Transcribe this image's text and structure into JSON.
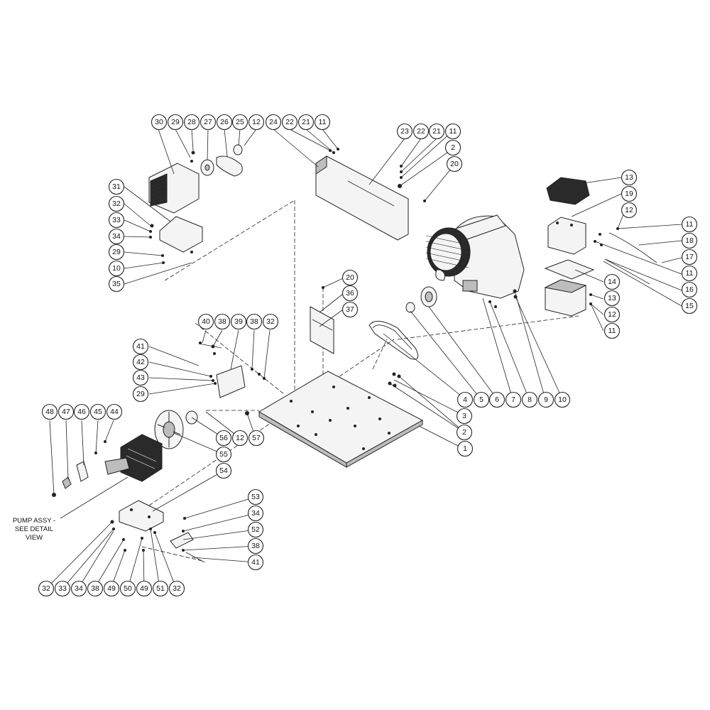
{
  "callouts": [
    "1",
    "2",
    "3",
    "4",
    "5",
    "6",
    "7",
    "8",
    "9",
    "10",
    "11",
    "12",
    "13",
    "14",
    "15",
    "16",
    "17",
    "18",
    "19",
    "20",
    "21",
    "22",
    "23",
    "24",
    "25",
    "26",
    "27",
    "28",
    "29",
    "30",
    "31",
    "32",
    "33",
    "34",
    "35",
    "36",
    "37",
    "38",
    "39",
    "40",
    "41",
    "42",
    "43",
    "44",
    "45",
    "46",
    "47",
    "48",
    "49",
    "50",
    "51",
    "52",
    "53",
    "54",
    "55",
    "56",
    "57"
  ],
  "note": {
    "line1": "PUMP ASSY -",
    "line2": "SEE DETAIL",
    "line3": "VIEW"
  }
}
